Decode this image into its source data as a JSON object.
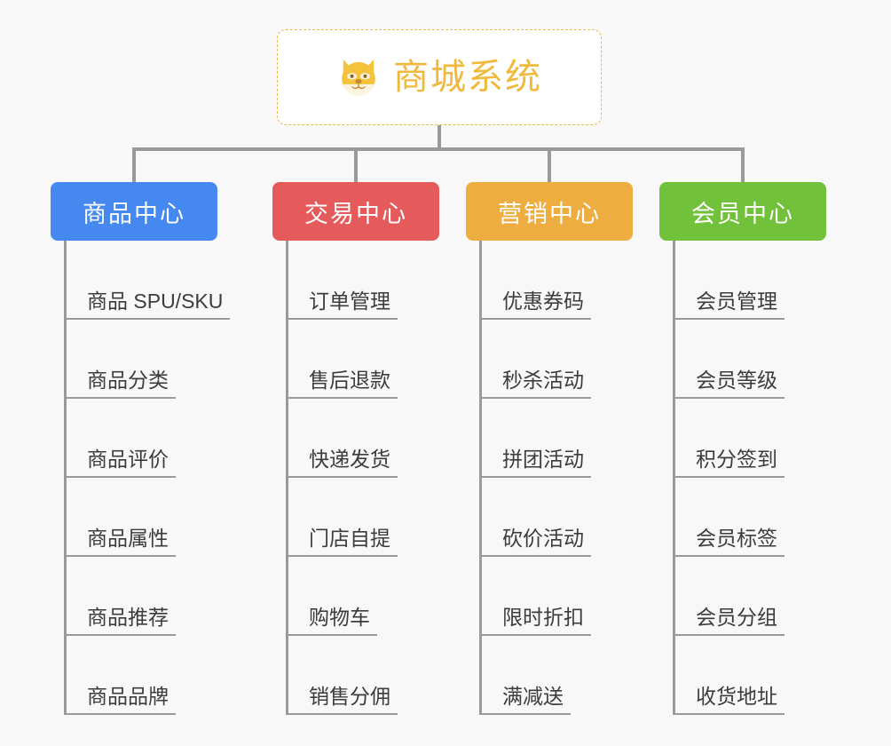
{
  "page": {
    "background_color": "#f8f8f8",
    "type": "org-chart-mindmap"
  },
  "root": {
    "title": "商城系统",
    "icon": "shiba-dog-face-icon",
    "border_color": "#e9b94f",
    "text_color": "#f0b93e",
    "background_color": "#ffffff"
  },
  "columns": [
    {
      "id": "product-center",
      "label": "商品中心",
      "color": "#4589f0",
      "items": [
        "商品 SPU/SKU",
        "商品分类",
        "商品评价",
        "商品属性",
        "商品推荐",
        "商品品牌"
      ]
    },
    {
      "id": "trade-center",
      "label": "交易中心",
      "color": "#e55a5a",
      "items": [
        "订单管理",
        "售后退款",
        "快递发货",
        "门店自提",
        "购物车",
        "销售分佣"
      ]
    },
    {
      "id": "marketing-center",
      "label": "营销中心",
      "color": "#eead40",
      "items": [
        "优惠券码",
        "秒杀活动",
        "拼团活动",
        "砍价活动",
        "限时折扣",
        "满减送"
      ]
    },
    {
      "id": "member-center",
      "label": "会员中心",
      "color": "#72c13b",
      "items": [
        "会员管理",
        "会员等级",
        "积分签到",
        "会员标签",
        "会员分组",
        "收货地址"
      ]
    }
  ],
  "connector": {
    "color": "#9a9a9a"
  }
}
